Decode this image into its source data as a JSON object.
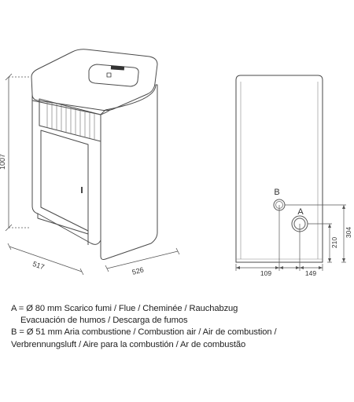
{
  "dimensions": {
    "height": "1007",
    "width": "517",
    "depth": "526",
    "b_offset": "109",
    "a_offset": "149",
    "a_height": "210",
    "b_height": "304"
  },
  "connections": {
    "a_marker": "A",
    "b_marker": "B"
  },
  "legend": {
    "a_line1": "A = Ø 80 mm  Scarico fumi / Flue / Cheminée / Rauchabzug",
    "a_line2": "Evacuación de humos / Descarga de fumos",
    "b_line1": "B = Ø 51 mm  Aria combustione / Combustion air / Air de combustion /",
    "b_line2": "Verbrennungsluft / Aire para la combustión / Ar de combustão"
  }
}
